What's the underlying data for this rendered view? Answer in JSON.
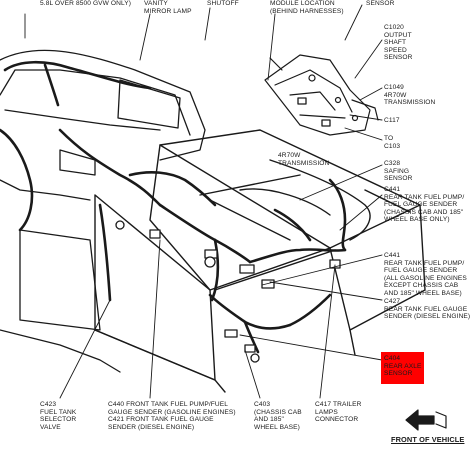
{
  "labels": {
    "gvw": "5.8L OVER 8500 GVW ONLY)",
    "vanity": "VANITY\nMIRROR LAMP",
    "shutoff": "SHUTOFF",
    "module": "MODULE LOCATION\n(BEHIND HARNESSES)",
    "sensor_top": "SENSOR",
    "c1020": "C1020\nOUTPUT\nSHAFT\nSPEED\nSENSOR",
    "c1049": "C1049\n4R70W\nTRANSMISSION",
    "c117": "C117",
    "to_c103": "TO\nC103",
    "transmission": "4R70W\nTRANSMISSION",
    "c328": "C328\nSAFING\nSENSOR",
    "c441a": "C441\nREAR TANK FUEL PUMP/\nFUEL GAUGE SENDER\n(CHASSIS CAB AND 185\"\nWHEEL BASE ONLY)",
    "c441b": "C441\nREAR TANK FUEL PUMP/\nFUEL GAUGE SENDER\n(ALL GASOLINE ENGINES\nEXCEPT CHASSIS CAB\nAND 185\" WHEEL BASE)",
    "c427": "C427\nREAR TANK FUEL GAUGE\nSENDER (DIESEL ENGINE)",
    "c404": "C404\nREAR AXLE\nSENSOR",
    "c423": "C423\nFUEL TANK\nSELECTOR\nVALVE",
    "c440": "C440 FRONT TANK FUEL PUMP/FUEL\nGAUGE SENDER (GASOLINE ENGINES)\nC421 FRONT TANK FUEL GAUGE\nSENDER (DIESEL ENGINE)",
    "c403": "C403\n(CHASSIS CAB\nAND 185\"\nWHEEL BASE)",
    "c417": "C417 TRAILER\nLAMPS\nCONNECTOR",
    "front": "FRONT OF VEHICLE"
  },
  "colors": {
    "highlight": "#ff0000",
    "ink": "#1a1a1a"
  },
  "icons": {
    "front_arrow": "front-of-vehicle-arrow-icon"
  }
}
